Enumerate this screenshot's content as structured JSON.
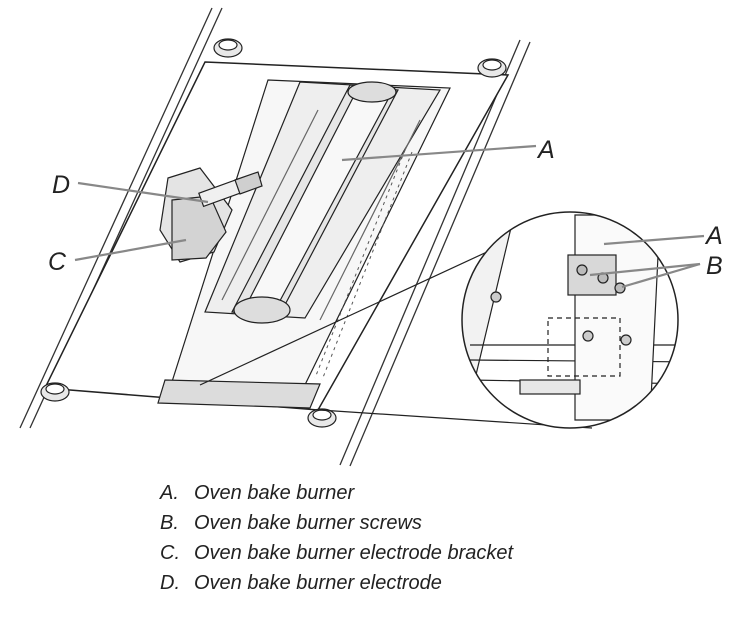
{
  "callouts": {
    "a_main": "A",
    "d": "D",
    "c": "C",
    "a_inset": "A",
    "b_inset": "B"
  },
  "legend": [
    {
      "key": "A.",
      "text": "Oven bake burner"
    },
    {
      "key": "B.",
      "text": "Oven bake burner screws"
    },
    {
      "key": "C.",
      "text": "Oven bake burner electrode bracket"
    },
    {
      "key": "D.",
      "text": "Oven bake burner electrode"
    }
  ]
}
